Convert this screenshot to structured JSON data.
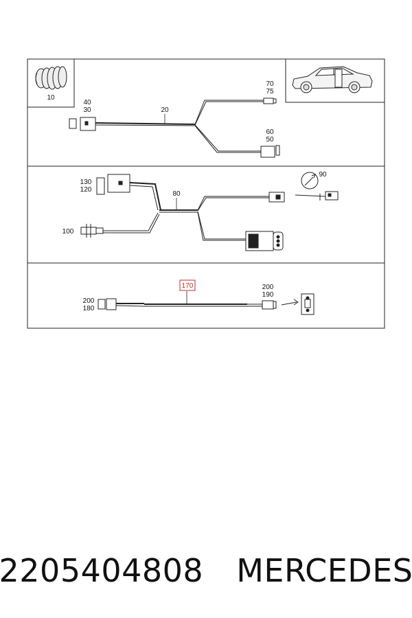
{
  "diagram": {
    "callouts": {
      "c10": "10",
      "c20": "20",
      "c30": "30",
      "c40": "40",
      "c50": "50",
      "c60": "60",
      "c70": "70",
      "c75": "75",
      "c80": "80",
      "c90": "90",
      "c100": "100",
      "c120": "120",
      "c130": "130",
      "c170": "170",
      "c180": "180",
      "c190": "190",
      "c200_left": "200",
      "c200_right": "200"
    },
    "highlight_color": "#c62828"
  },
  "caption": {
    "part_number": "2205404808",
    "brand": "MERCEDES"
  }
}
